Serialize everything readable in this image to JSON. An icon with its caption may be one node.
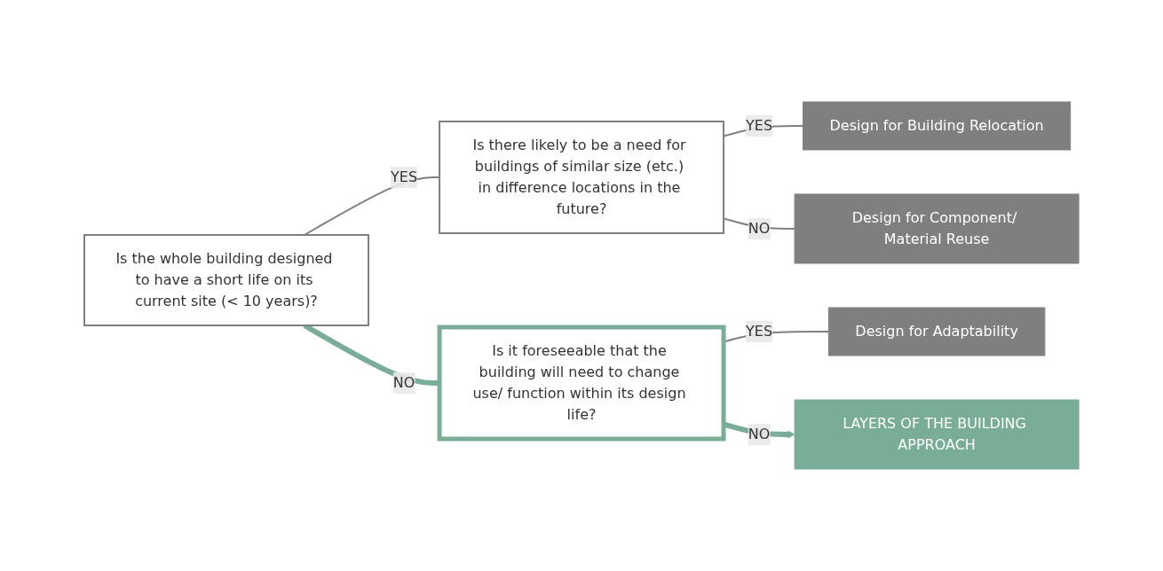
{
  "diagram": {
    "nodes": [
      {
        "text": [
          "Is the whole building designed to have a short life on its current site (< 10 years)?"
        ]
      },
      {
        "text": [
          "Is there likely to be a need for buildings of similar size (etc.) in difference locations in the future?"
        ]
      },
      {
        "text": [
          "Design for Building Relocation"
        ]
      },
      {
        "text": [
          "Design for Component/ Material Reuse"
        ]
      },
      {
        "text": [
          "Is it foreseeable that the building will need to change use/ function within its design life?"
        ]
      },
      {
        "text": [
          "Design for Adaptability"
        ]
      },
      {
        "text": [
          "LAYERS OF THE BUILDING APPROACH"
        ]
      }
    ],
    "edges": [
      {
        "from": 0,
        "to": 1,
        "arrow": "none",
        "label": "YES"
      },
      {
        "from": 1,
        "to": 2,
        "arrow": "none",
        "label": "YES"
      },
      {
        "from": 1,
        "to": 3,
        "arrow": "none",
        "label": "NO"
      },
      {
        "from": 0,
        "to": 4,
        "arrow": "none",
        "label": "NO",
        "style": "thick",
        "color": "#79ad97"
      },
      {
        "from": 4,
        "to": 5,
        "arrow": "none",
        "label": "YES"
      },
      {
        "from": 4,
        "to": 6,
        "arrow": "to",
        "label": "NO",
        "style": "thick",
        "color": "#79ad97"
      }
    ]
  }
}
